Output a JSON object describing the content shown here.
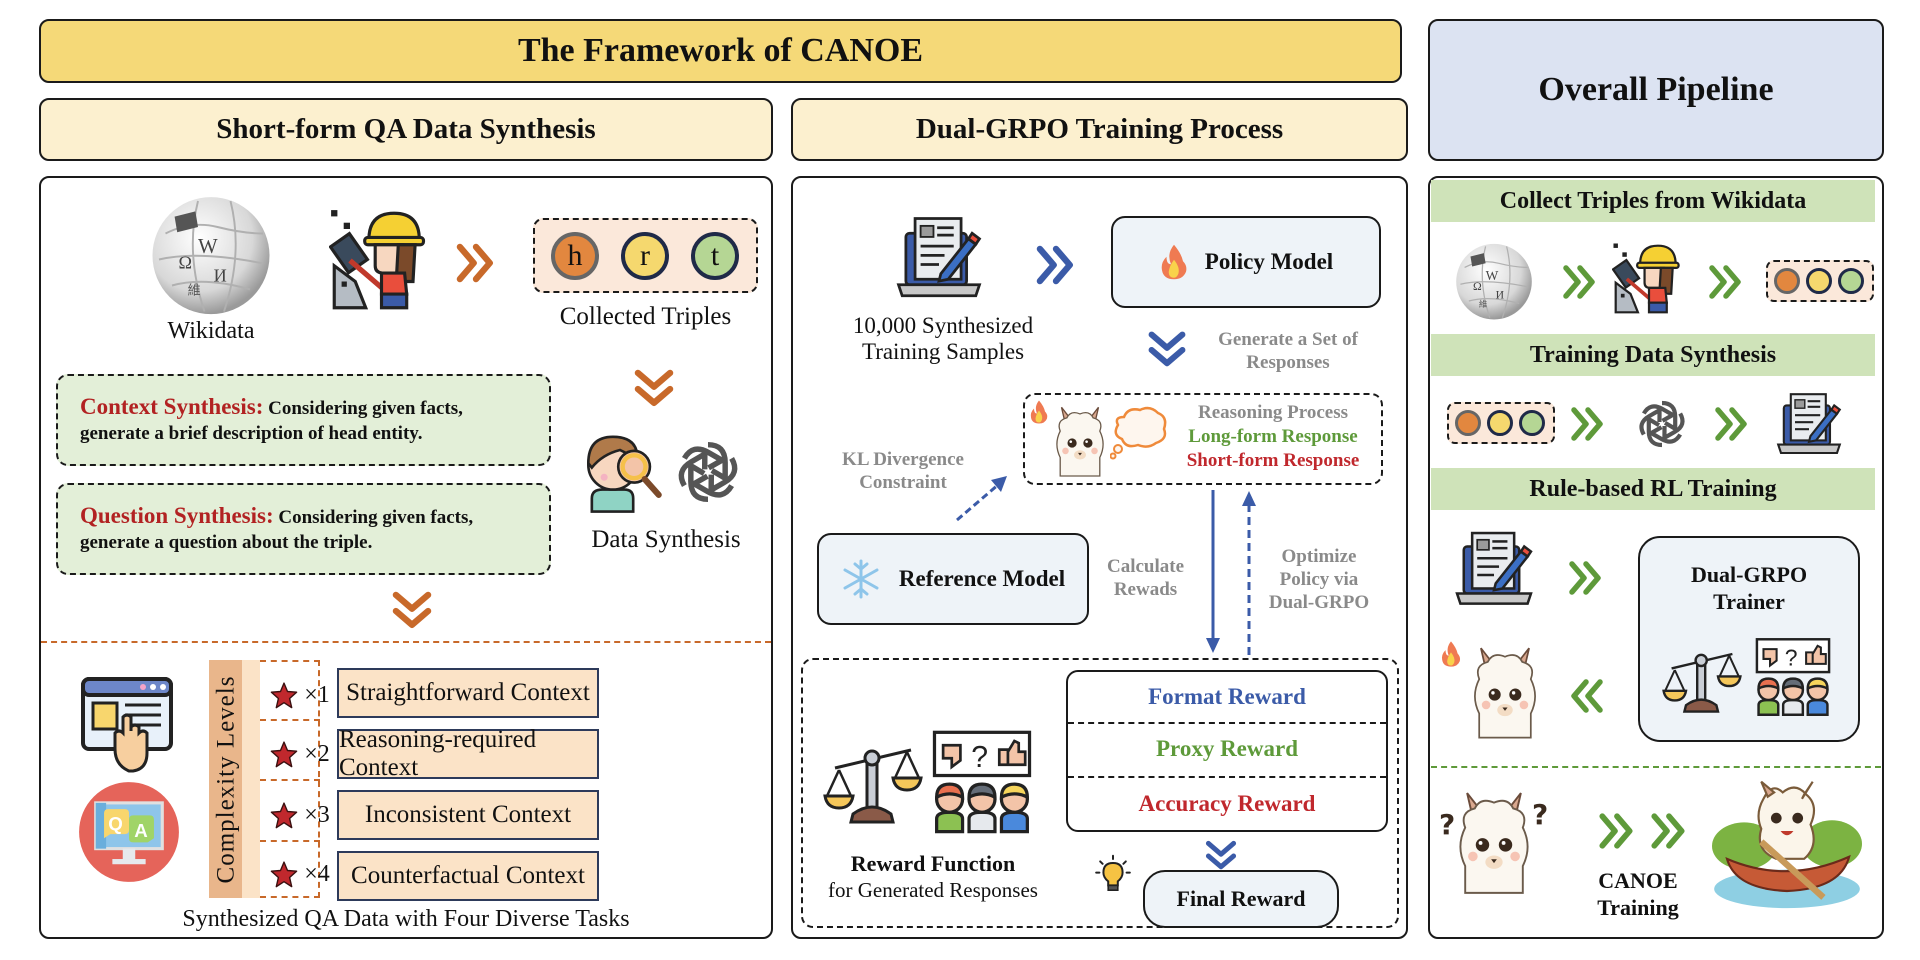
{
  "header": {
    "title": "The Framework of CANOE",
    "section_left": "Short-form QA Data Synthesis",
    "section_middle": "Dual-GRPO Training Process",
    "section_right": "Overall Pipeline"
  },
  "colors": {
    "title_bg": "#f5d978",
    "subheader_bg": "#fcf0cf",
    "pipeline_bg": "#dce3f2",
    "pipeline_strip": "#cfe3b9",
    "synthesis_box": "#e3efd8",
    "accent_orange": "#c8692a",
    "accent_blue": "#3b5ba8",
    "accent_green": "#5e9a3a",
    "accent_red": "#c0282d",
    "model_box": "#eef3f8",
    "task_bg": "#fbe3c7",
    "complexity_band": "#e9b68b",
    "triple_h": "#e2873f",
    "triple_r": "#f5d86e",
    "triple_t": "#b5d694"
  },
  "left": {
    "wikidata_label": "Wikidata",
    "collected_triples_label": "Collected Triples",
    "triple": [
      "h",
      "r",
      "t"
    ],
    "context_synthesis": {
      "title": "Context Synthesis:",
      "text": "Considering given facts, generate a brief description of head entity."
    },
    "question_synthesis": {
      "title": "Question Synthesis:",
      "text": "Considering given facts, generate a question about the triple."
    },
    "data_synthesis_label": "Data Synthesis",
    "complexity_label": "Complexity Levels",
    "levels": [
      {
        "stars": "×1",
        "task": "Straightforward Context"
      },
      {
        "stars": "×2",
        "task": "Reasoning-required Context"
      },
      {
        "stars": "×3",
        "task": "Inconsistent Context"
      },
      {
        "stars": "×4",
        "task": "Counterfactual Context"
      }
    ],
    "footer": "Synthesized QA Data with Four Diverse Tasks",
    "icons": [
      "wikipedia-globe-icon",
      "miner-icon",
      "detective-icon",
      "openai-logo-icon",
      "web-click-icon",
      "qa-monitor-icon",
      "star-icon"
    ]
  },
  "middle": {
    "samples_label_line1": "10,000 Synthesized",
    "samples_label_line2": "Training Samples",
    "policy_model": "Policy Model",
    "generate_label_line1": "Generate a Set of",
    "generate_label_line2": "Responses",
    "reasoning_process": "Reasoning Process",
    "long_form": "Long-form Response",
    "short_form": "Short-form Response",
    "kl_line1": "KL Divergence",
    "kl_line2": "Constraint",
    "reference_model": "Reference Model",
    "calculate_line1": "Calculate",
    "calculate_line2": "Rewads",
    "optimize_line1": "Optimize",
    "optimize_line2": "Policy via",
    "optimize_line3": "Dual-GRPO",
    "rewards": [
      "Format Reward",
      "Proxy Reward",
      "Accuracy Reward"
    ],
    "reward_function_title": "Reward Function",
    "reward_function_sub": "for Generated Responses",
    "final_reward": "Final Reward",
    "icons": [
      "laptop-document-icon",
      "fire-icon",
      "snowflake-icon",
      "llama-icon",
      "thought-bubble-icon",
      "scale-icon",
      "feedback-group-icon",
      "lightbulb-icon"
    ]
  },
  "right": {
    "strip1": "Collect Triples from Wikidata",
    "strip2": "Training Data Synthesis",
    "strip3": "Rule-based RL Training",
    "trainer_line1": "Dual-GRPO",
    "trainer_line2": "Trainer",
    "canoe_line1": "CANOE",
    "canoe_line2": "Training",
    "icons": [
      "wikipedia-globe-icon",
      "miner-icon",
      "openai-logo-icon",
      "laptop-document-icon",
      "llama-icon",
      "llama-canoe-icon"
    ]
  }
}
